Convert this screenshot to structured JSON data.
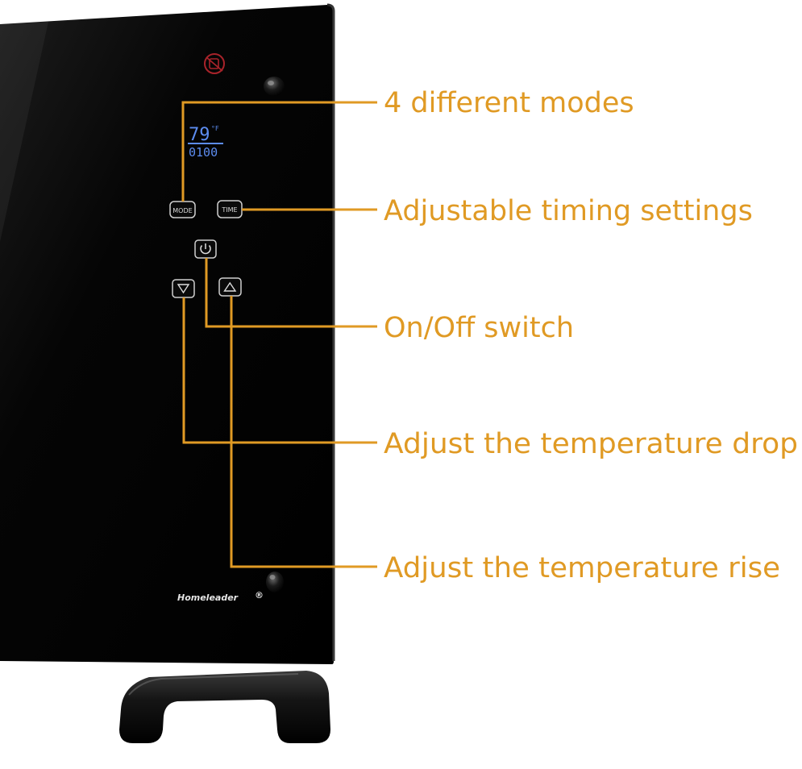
{
  "accent_color": "#e09a24",
  "panel": {
    "brand": "Homeleader",
    "brand_mark": "®",
    "display": {
      "temperature": "79",
      "degree_unit": "°F",
      "timer": "0100"
    },
    "buttons": {
      "mode": "MODE",
      "time": "TIME"
    },
    "icons": {
      "child_lock": "child-lock-icon",
      "power": "power-icon",
      "down": "triangle-down-icon",
      "up": "triangle-up-icon"
    }
  },
  "callouts": [
    {
      "label": "4 different modes"
    },
    {
      "label": "Adjustable timing settings"
    },
    {
      "label": "On/Off switch"
    },
    {
      "label": "Adjust the temperature drop"
    },
    {
      "label": "Adjust the temperature rise"
    }
  ]
}
